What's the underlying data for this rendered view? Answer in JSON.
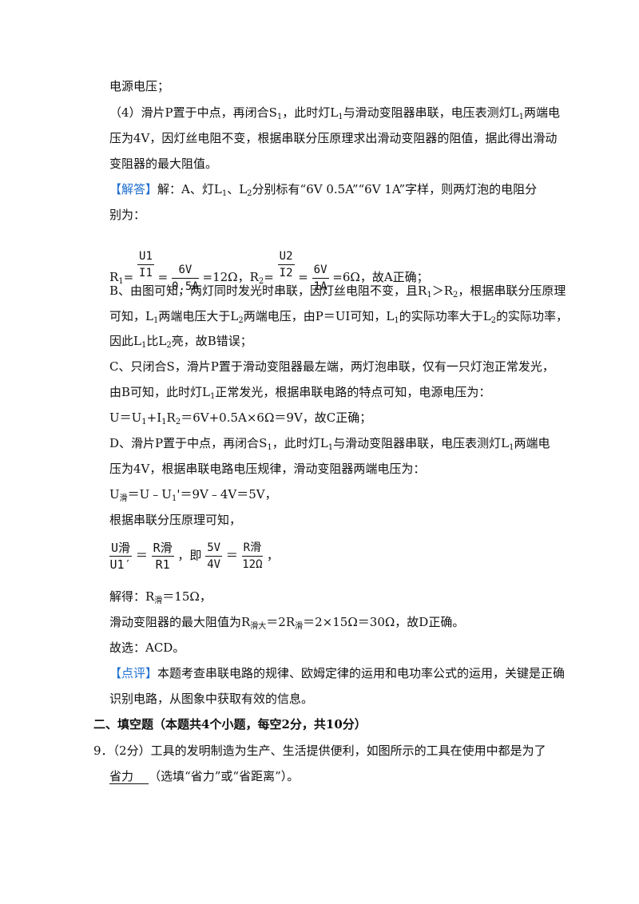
{
  "lines": {
    "l1": "电源电压；",
    "l2a": "（4）滑片P置于中点，再闭合S",
    "l2b": "，此时灯L",
    "l2c": "与滑动变阻器串联，电压表测灯L",
    "l2d": "两端电",
    "l3": "压为4V，因灯丝电阻不变，根据串联分压原理求出滑动变阻器的阻值，据此得出滑动",
    "l4": "变阻器的最大阻值。",
    "l5tag": "【解答】",
    "l5a": "解：A、灯L",
    "l5b": "、L",
    "l5c": "分别标有“6V  0.5A”“6V  1A”字样，则两灯泡的电阻分",
    "l6": "别为：",
    "r1pre": "R",
    "r1mid": "=",
    "r1post": "=12Ω，R",
    "r2mid": "=",
    "r2post": "=6Ω，故A正确；",
    "l8a": "B、由图可知，两灯同时发光时串联，因灯丝电阻不变，且R",
    "l8b": "＞R",
    "l8c": "，根据串联分压原理",
    "l9a": "可知，L",
    "l9b": "两端电压大于L",
    "l9c": "两端电压，由P＝UI可知，L",
    "l9d": "的实际功率大于L",
    "l9e": "的实际功率，",
    "l10a": "因此L",
    "l10b": "比L",
    "l10c": "亮，故B错误；",
    "l11": "C、只闭合S，滑片P置于滑动变阻器最左端，两灯泡串联，仅有一只灯泡正常发光，",
    "l12a": "由B可知，此时灯L",
    "l12b": "正常发光，根据串联电路的特点可知，电源电压为：",
    "l13a": "U＝U",
    "l13b": "+I",
    "l13c": "R",
    "l13d": "＝6V+0.5A×6Ω＝9V，故C正确；",
    "l14a": "D、滑片P置于中点，再闭合S",
    "l14b": "，此时灯L",
    "l14c": "与滑动变阻器串联，电压表测灯L",
    "l14d": "两端电",
    "l15": "压为4V，根据串联电路电压规律，滑动变阻器两端电压为：",
    "l16a": "U",
    "l16b": "＝U﹣U",
    "l16c": "'＝9V﹣4V＝5V，",
    "l17": "根据串联分压原理可知，",
    "l18a": "＝",
    "l18b": "，即",
    "l18c": "＝",
    "l18d": "，",
    "l19a": "解得：R",
    "l19b": "＝15Ω，",
    "l20a": "滑动变阻器的最大阻值为R",
    "l20b": "＝2R",
    "l20c": "＝2×15Ω＝30Ω，故D正确。",
    "l21": "故选：ACD。",
    "l22tag": "【点评】",
    "l22": "本题考查串联电路的规律、欧姆定律的运用和电功率公式的运用，关键是正确",
    "l23": "识别电路，从图象中获取有效的信息。",
    "l24": "二、填空题（本题共4个小题，每空2分，共10分）",
    "l25": "9．（2分）工具的发明制造为生产、生活提供便利，如图所示的工具在使用中都是为了",
    "l26ans": "省力",
    "l26": "（选填“省力”或“省距离”）。"
  },
  "subs": {
    "one": "1",
    "two": "2",
    "hua": "滑",
    "huada": "滑大"
  },
  "fractions": {
    "f1n": "U1",
    "f1d": "I1",
    "f2n": "6V",
    "f2d": "0.5A",
    "f3n": "U2",
    "f3d": "I2",
    "f4n": "6V",
    "f4d": "1A",
    "f5n": "U滑",
    "f5d": "U1′",
    "f6n": "R滑",
    "f6d": "R1",
    "f7n": "5V",
    "f7d": "4V",
    "f8n": "R滑",
    "f8d": "12Ω"
  }
}
